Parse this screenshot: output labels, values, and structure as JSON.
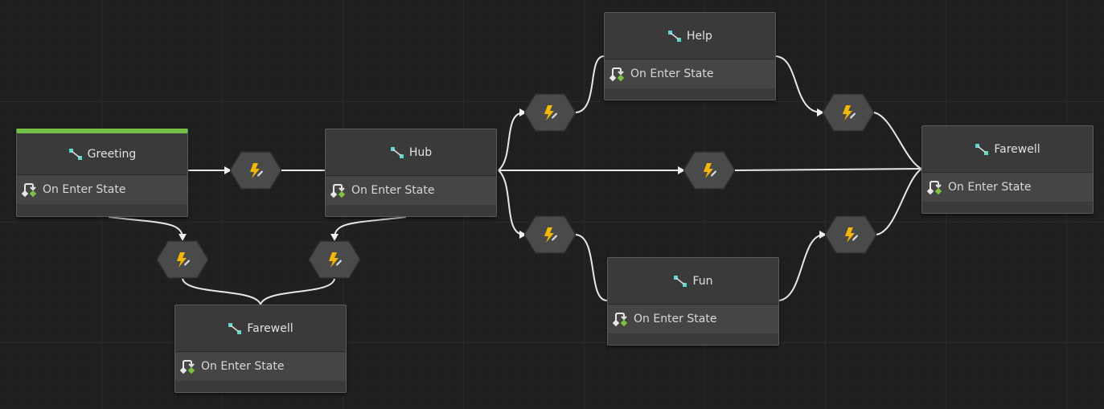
{
  "graph": {
    "nodes": {
      "greeting": {
        "title": "Greeting",
        "event": "On Enter State"
      },
      "hub": {
        "title": "Hub",
        "event": "On Enter State"
      },
      "farewell_bottom": {
        "title": "Farewell",
        "event": "On Enter State"
      },
      "help": {
        "title": "Help",
        "event": "On Enter State"
      },
      "fun": {
        "title": "Fun",
        "event": "On Enter State"
      },
      "farewell_right": {
        "title": "Farewell",
        "event": "On Enter State"
      }
    },
    "icons": {
      "state": "state-graph-icon",
      "event": "on-enter-state-icon",
      "transition": "lightning-transition-icon"
    },
    "colors": {
      "active_state": "#73c045",
      "state_icon": "#5fd6c8",
      "transition_bolt": "#f5b800",
      "event_green": "#7ec040"
    }
  }
}
